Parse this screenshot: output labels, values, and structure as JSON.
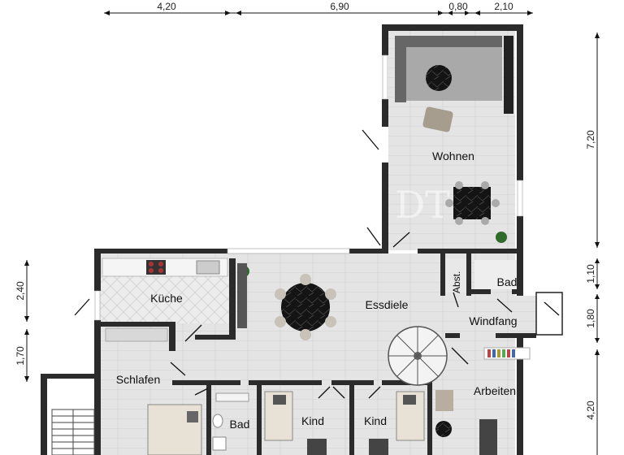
{
  "plan": {
    "rooms": {
      "wohnen": "Wohnen",
      "kueche": "Küche",
      "essdiele": "Essdiele",
      "abst": "Abst.",
      "bad_top": "Bad",
      "windfang": "Windfang",
      "schlafen": "Schlafen",
      "bad_bottom": "Bad",
      "kind_1": "Kind",
      "kind_2": "Kind",
      "arbeiten": "Arbeiten"
    },
    "dimensions": {
      "top": [
        "4,20",
        "6,90",
        "0,80",
        "2,10"
      ],
      "right": [
        "7,20",
        "1,10",
        "1,80",
        "4,20"
      ],
      "left": [
        "2,40",
        "1,70"
      ]
    },
    "watermark": "DT"
  }
}
